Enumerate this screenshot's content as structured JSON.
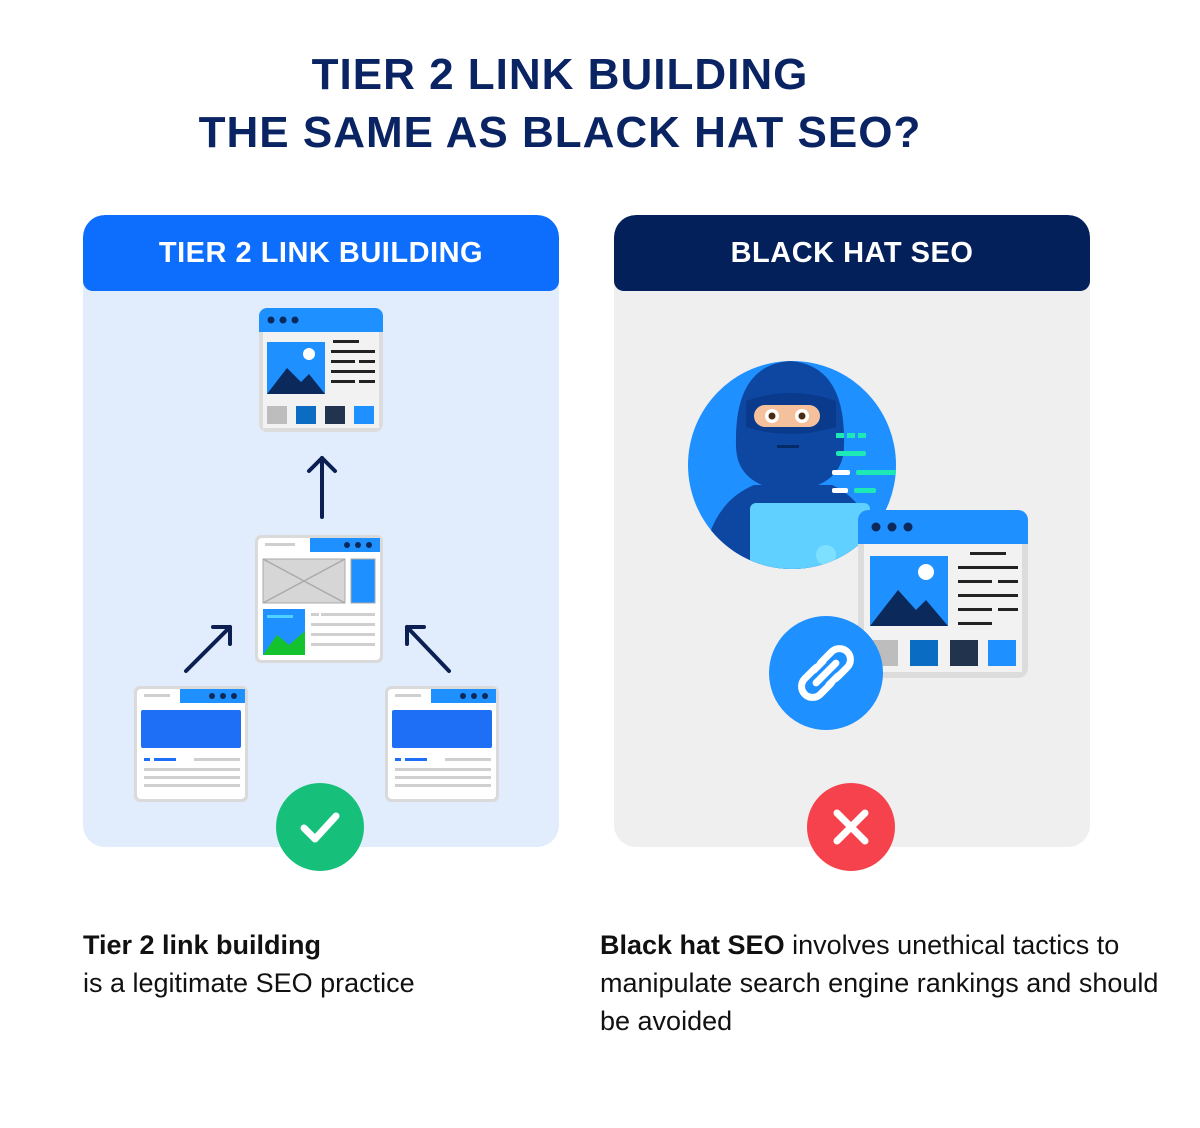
{
  "title": {
    "line1": "TIER 2 LINK BUILDING",
    "line2": "THE SAME AS BLACK HAT SEO?"
  },
  "left_panel": {
    "header": "TIER 2 LINK BUILDING",
    "status_icon": "checkmark-icon",
    "status_color": "#16c07b",
    "caption_bold": "Tier 2 link building",
    "caption_rest": "is a legitimate SEO practice"
  },
  "right_panel": {
    "header": "BLACK HAT SEO",
    "status_icon": "cross-icon",
    "status_color": "#f5424c",
    "caption_bold": "Black hat SEO",
    "caption_rest": " involves unethical tactics to manipulate search engine rankings and should be avoided"
  },
  "colors": {
    "navy": "#0a2463",
    "blue": "#0d6efd",
    "dark_header": "#04205a",
    "left_bg": "#e1edfc",
    "right_bg": "#efefef"
  }
}
